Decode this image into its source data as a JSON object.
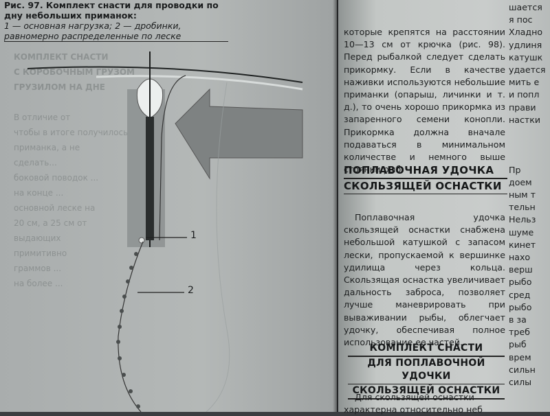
{
  "caption": {
    "title": "Рис. 97. Комплект снасти для проводки по дну небольших приманок:",
    "legend": "1 — основная нагрузка; 2 — дробинки, равномерно распределенные по леске"
  },
  "figure": {
    "label_1": "1",
    "label_2": "2"
  },
  "left_ghost_heading": "КОМПЛЕКТ СНАСТИ\nС КОРОБОЧНЫМ ГРУЗОМ\nГРУЗИЛОМ НА ДНЕ",
  "left_ghost_text": "В отличие от\nчтобы в итоге получилось\nприманка, а не\nсделать...\nбоковой поводок ...\nна конце ...\nосновной леске на\n20 см, а 25 см от\nвыдающих\nпримитивно\nграммов ...\nна более ...",
  "right_top_paragraph": "которые крепятся на расстоянии 10—13 см от крючка (рис. 98). Перед рыбалкой следует сделать прикормку. Если в качестве наживки используются небольшие приманки (опарыш, личинки и т. д.), то очень хорошо прикормка из запаренного семени конопли. Прикормка должна вначале подаваться в минимальном количестве и немного выше стоянки рыб.",
  "heading_1": {
    "line1": "Поплавочная удочка",
    "line2": "скользящей оснастки"
  },
  "right_mid_paragraph": "Поплавочная удочка скользящей оснастки снабжена небольшой катушкой с запасом лески, пропускаемой к вершинке удилища через кольца. Скользящая оснастка увеличивает дальность заброса, позволяет лучше маневрировать при вываживании рыбы, облегчает удочку, обеспечивая полное использование ее частей.",
  "heading_2": {
    "line1": "Комплект снасти",
    "line2": "для поплавочной удочки",
    "line3": "скользящей оснастки"
  },
  "right_bottom_paragraph": "Для скользящей оснастки характерна относительно неб",
  "edge_column": "шается\nя пос\nХладно\nудлиня\nкатушк\nудается\nмить е\nи попл\nправи\nнастки\n\n\n\nПр\nдоем\nным т\nтельн\nНельз\nшуме\nкинет\nнахо\nверш\nрыбо\nсред\nрыбо\nв за\nтреб\nрыб\nврем\nсильн\nсилы"
}
